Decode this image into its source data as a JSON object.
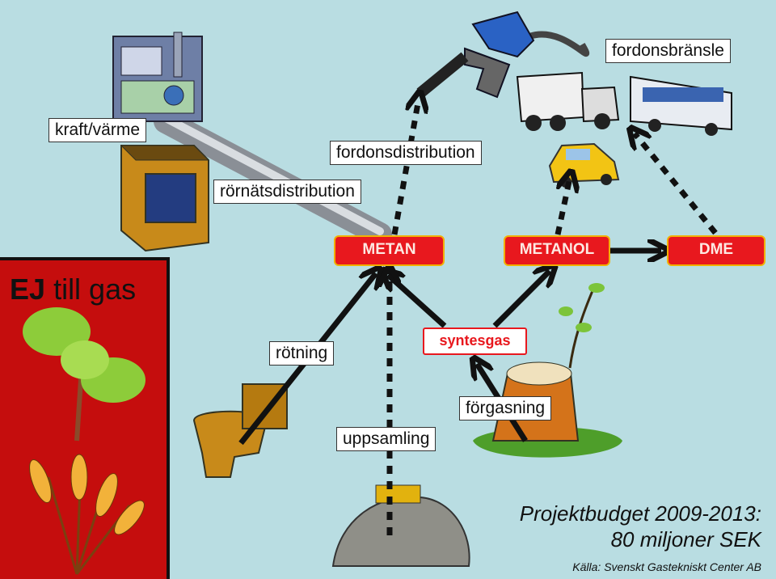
{
  "labels": {
    "kraft": "kraft/värme",
    "rornats": "rörnätsdistribution",
    "fordonsdist": "fordonsdistribution",
    "fordonsbransle": "fordonsbränsle",
    "rotning": "rötning",
    "uppsamling": "uppsamling",
    "forgasning": "förgasning"
  },
  "fuels": {
    "metan": "METAN",
    "metanol": "METANOL",
    "dme": "DME",
    "syntesgas": "syntesgas"
  },
  "panel": {
    "title_ej": "EJ",
    "title_rest": "till gas"
  },
  "budget": {
    "line1": "Projektbudget 2009-2013:",
    "line2": "80 miljoner SEK",
    "source": "Källa: Svenskt Gastekniskt Center AB"
  },
  "colors": {
    "background": "#b9dde2",
    "fuel_box": "#e8181e",
    "fuel_border": "#f2b000",
    "panel": "#c50d0d"
  },
  "icons": [
    "power-plant-icon",
    "stove-icon",
    "pipeline-icon",
    "fuel-nozzle-icon",
    "truck-icon",
    "bus-icon",
    "car-icon",
    "toilet-icon",
    "landfill-icon",
    "tree-stump-icon",
    "tree-icon",
    "wheat-icon"
  ]
}
